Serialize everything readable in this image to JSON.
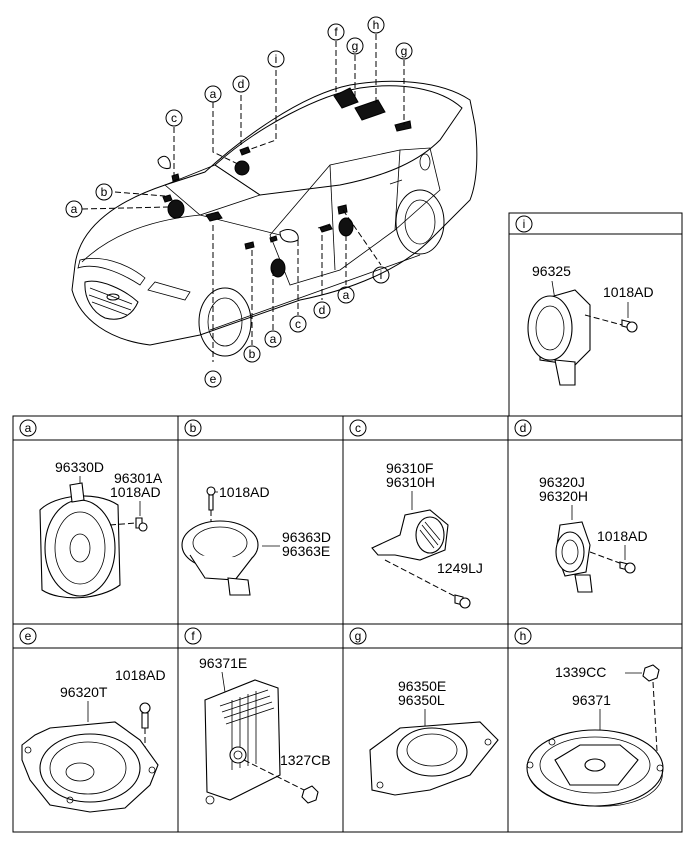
{
  "overview": {
    "callouts": [
      "a",
      "b",
      "c",
      "d",
      "e",
      "f",
      "g",
      "h",
      "i"
    ]
  },
  "panels": {
    "a": {
      "letter": "a",
      "parts": [
        "96330D",
        "96301A",
        "1018AD"
      ]
    },
    "b": {
      "letter": "b",
      "parts": [
        "1018AD",
        "96363D",
        "96363E"
      ]
    },
    "c": {
      "letter": "c",
      "parts": [
        "96310F",
        "96310H",
        "1249LJ"
      ]
    },
    "d": {
      "letter": "d",
      "parts": [
        "96320J",
        "96320H",
        "1018AD"
      ]
    },
    "e": {
      "letter": "e",
      "parts": [
        "1018AD",
        "96320T"
      ]
    },
    "f": {
      "letter": "f",
      "parts": [
        "96371E",
        "1327CB"
      ]
    },
    "g": {
      "letter": "g",
      "parts": [
        "96350E",
        "96350L"
      ]
    },
    "h": {
      "letter": "h",
      "parts": [
        "1339CC",
        "96371"
      ]
    },
    "i": {
      "letter": "i",
      "parts": [
        "96325",
        "1018AD"
      ]
    }
  }
}
